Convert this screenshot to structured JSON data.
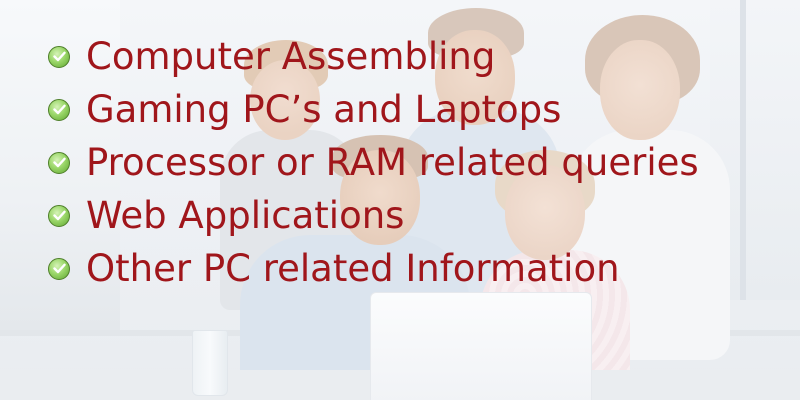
{
  "banner": {
    "colors": {
      "text": "#a0161b",
      "check": "#5ea52f"
    },
    "icon": "check-circle-icon",
    "items": [
      {
        "label": "Computer Assembling"
      },
      {
        "label": "Gaming PC’s and Laptops"
      },
      {
        "label": "Processor or RAM related queries"
      },
      {
        "label": "Web Applications"
      },
      {
        "label": "Other PC related Information"
      }
    ]
  }
}
